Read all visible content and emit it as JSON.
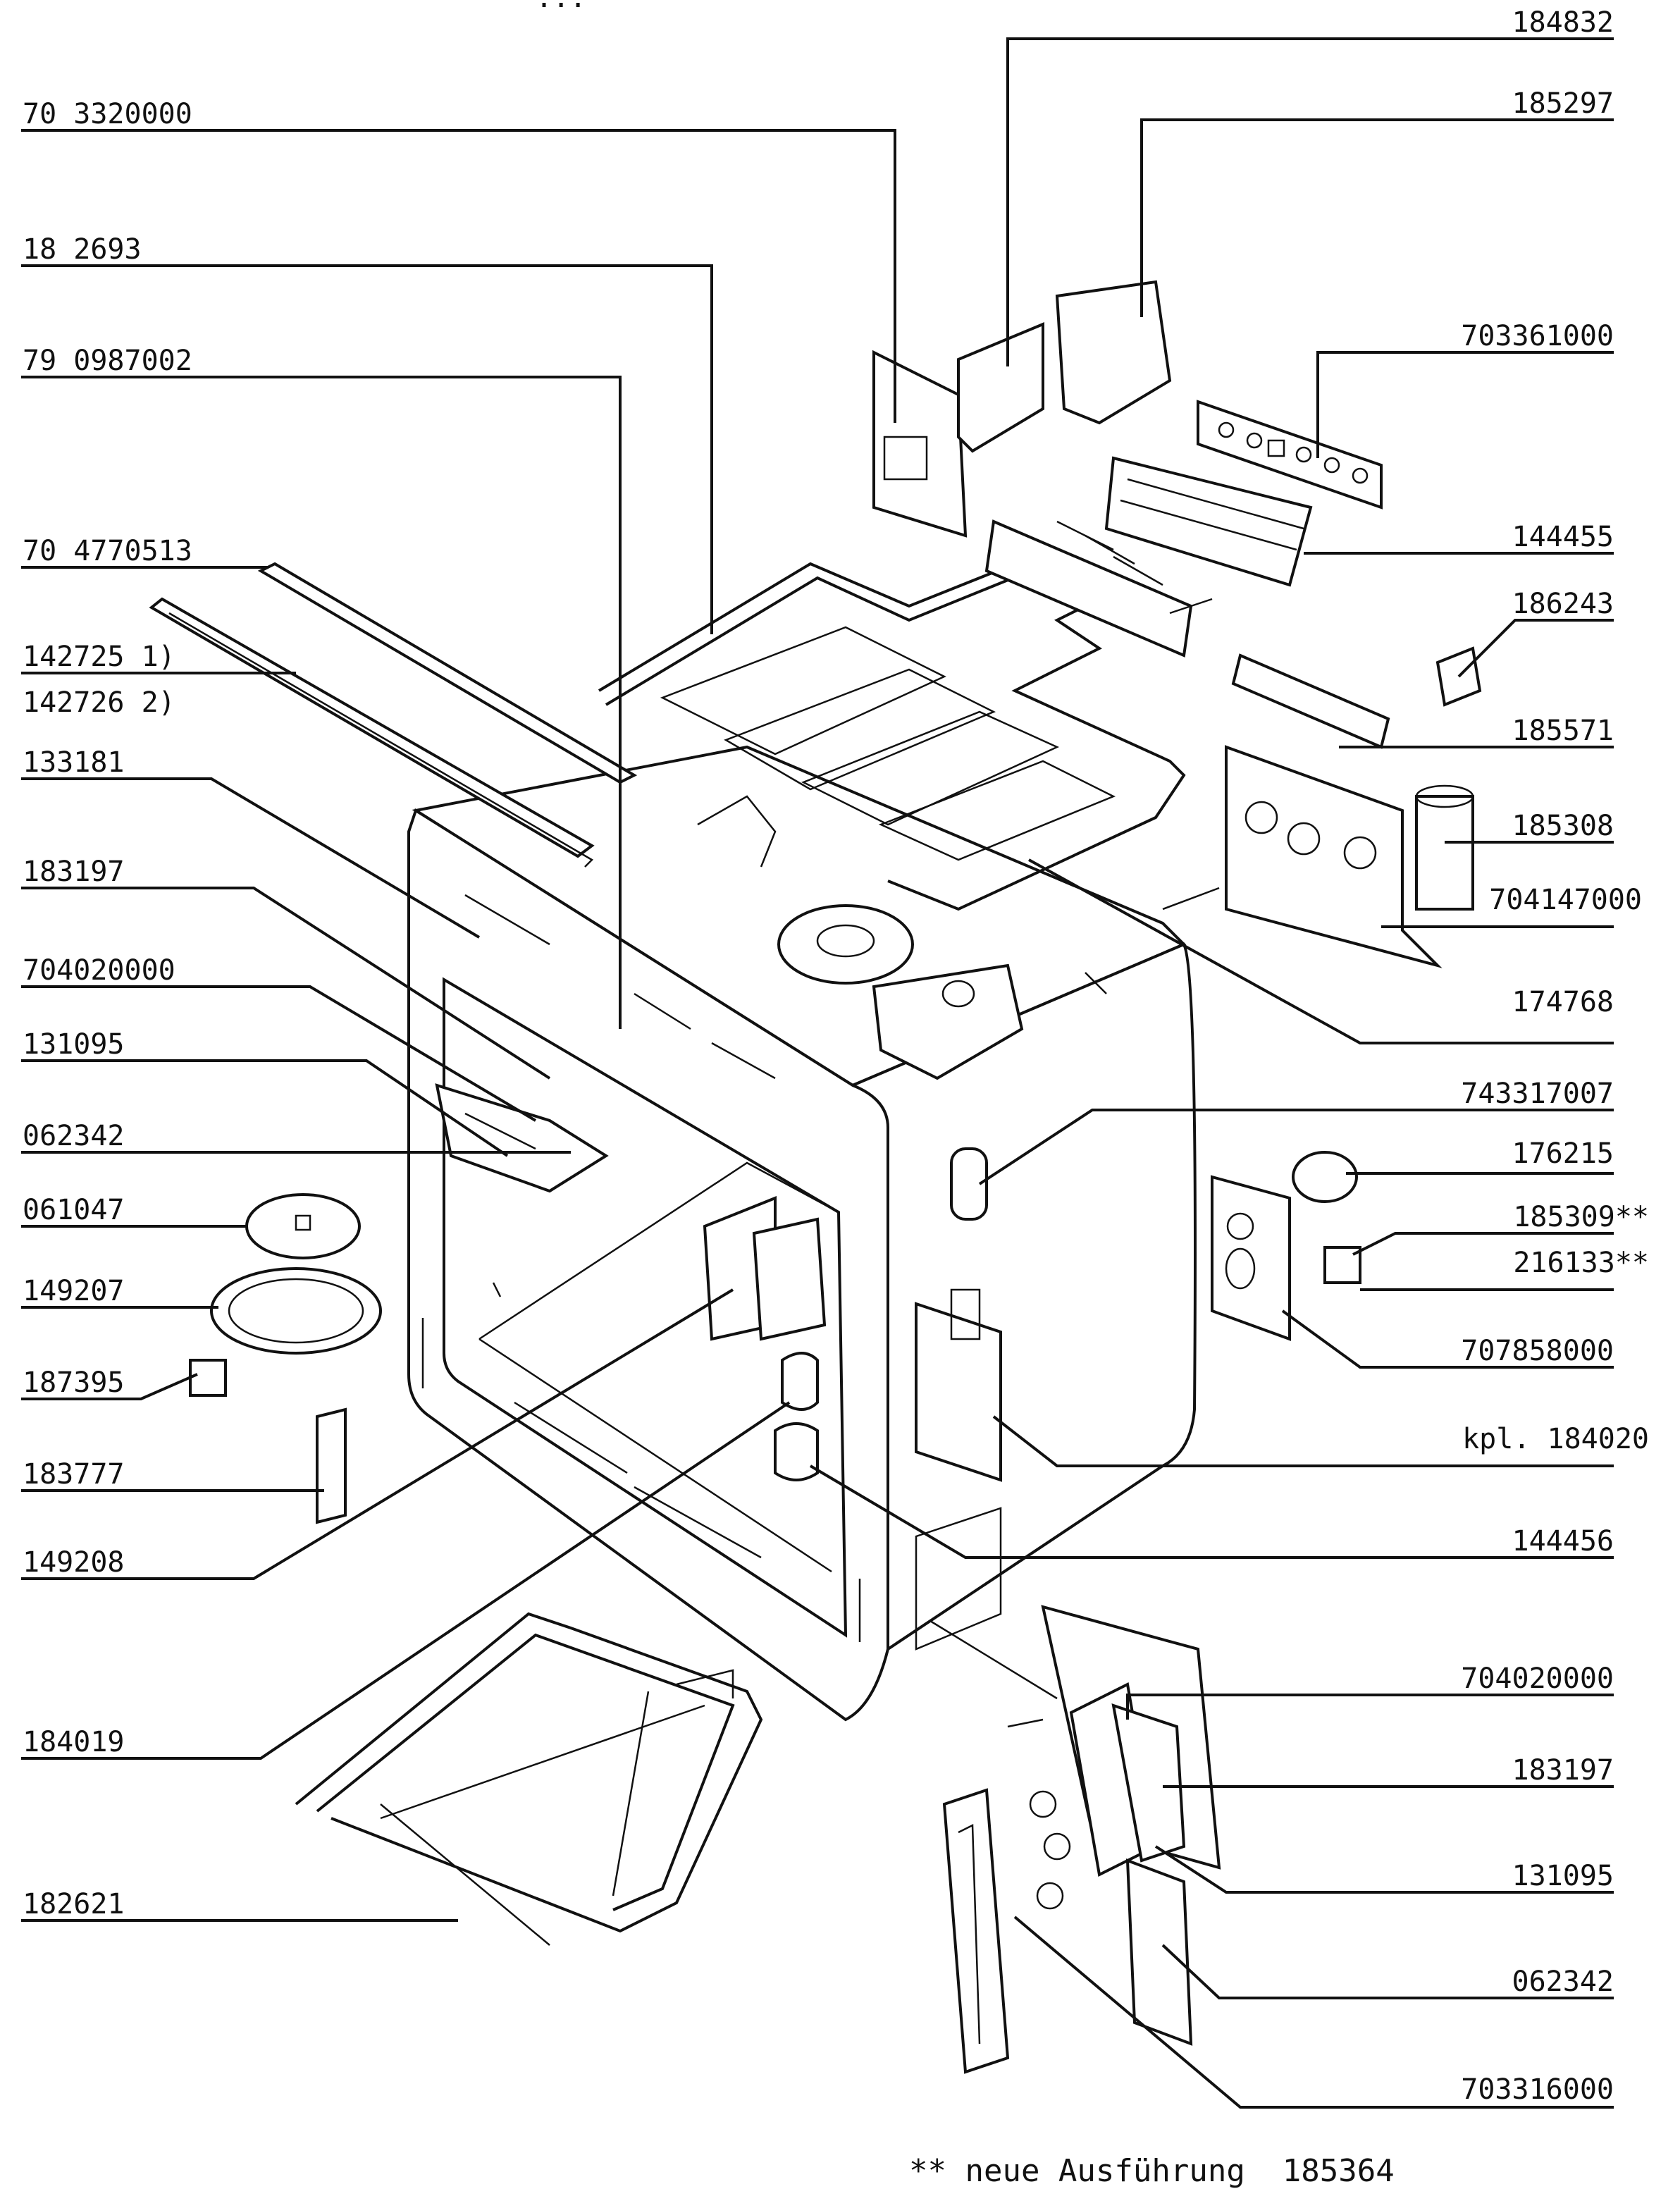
{
  "title_fragment": "...",
  "footnote": "** neue Ausführung  185364",
  "labels_left": [
    "70 3320000",
    "18 2693",
    "79 0987002",
    "70 4770513",
    "142725 1)",
    "142726 2)",
    "133181",
    "183197",
    "704020000",
    "131095",
    "062342",
    "061047",
    "149207",
    "187395",
    "183777",
    "149208",
    "184019",
    "182621"
  ],
  "labels_right": [
    "184832",
    "185297",
    "703361000",
    "144455",
    "186243",
    "185571",
    "185308",
    "704147000",
    "174768",
    "743317007",
    "176215",
    "185309**",
    "216133**",
    "707858000",
    "kpl. 184020",
    "144456",
    "704020000",
    "183197",
    "131095",
    "062342",
    "703316000"
  ]
}
